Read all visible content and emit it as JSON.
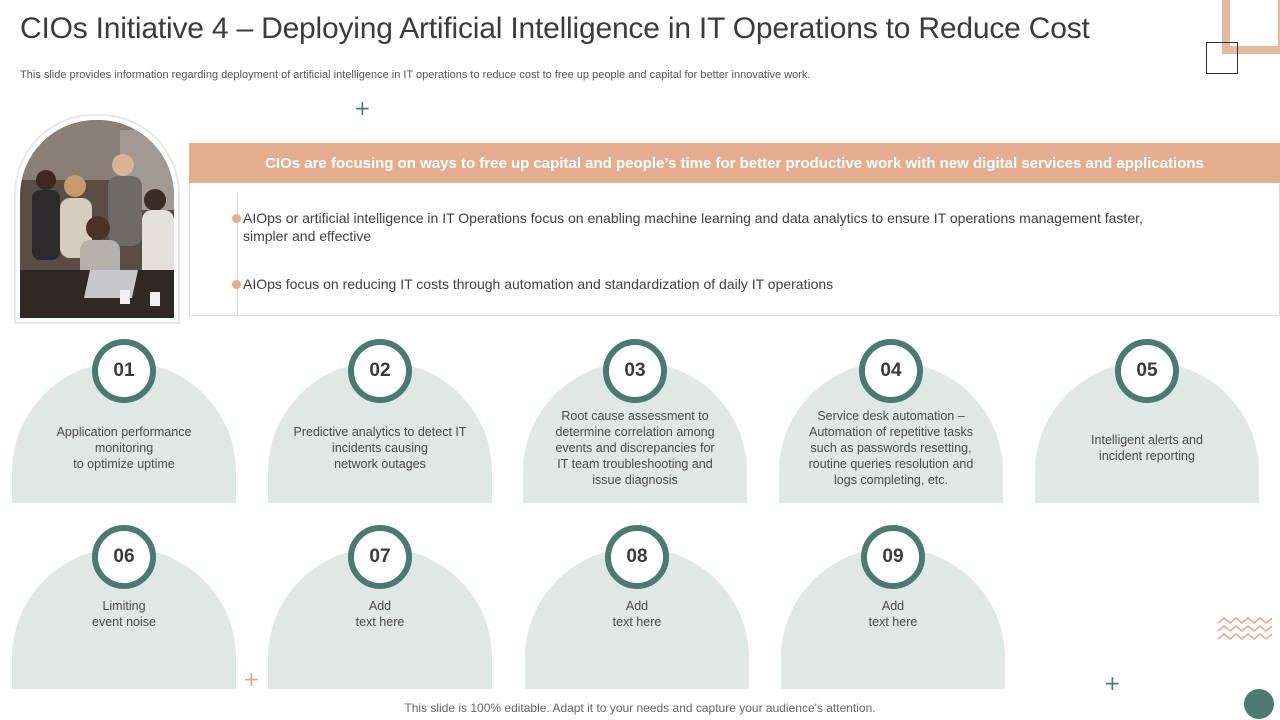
{
  "slide": {
    "title": "CIOs Initiative 4 – Deploying Artificial Intelligence in IT Operations to Reduce Cost",
    "subtitle": "This slide provides information regarding deployment of artificial intelligence in IT operations to reduce cost to free up people and capital for better innovative work.",
    "banner": "CIOs are focusing on ways to free up capital and people’s time for better productive work with new digital services and applications",
    "bullets": [
      "AIOps or artificial intelligence in IT Operations focus on enabling machine learning and data analytics to ensure IT operations management faster, simpler and effective",
      "AIOps focus on reducing IT costs through automation and standardization of daily IT operations"
    ],
    "cards": [
      {
        "num": "01",
        "text": "Application performance\nmonitoring\nto optimize uptime"
      },
      {
        "num": "02",
        "text": "Predictive analytics to detect IT\nincidents causing\nnetwork outages"
      },
      {
        "num": "03",
        "text": "Root cause assessment to\ndetermine correlation among\nevents and discrepancies for\nIT team troubleshooting and\nissue diagnosis"
      },
      {
        "num": "04",
        "text": "Service desk automation –\nAutomation of repetitive tasks\nsuch as passwords resetting,\nroutine queries resolution and\nlogs completing, etc."
      },
      {
        "num": "05",
        "text": "Intelligent alerts and\nincident reporting"
      },
      {
        "num": "06",
        "text": "Limiting\nevent noise"
      },
      {
        "num": "07",
        "text": "Add\ntext here"
      },
      {
        "num": "08",
        "text": "Add\ntext here"
      },
      {
        "num": "09",
        "text": "Add\ntext here"
      }
    ],
    "footer": "This slide is 100% editable. Adapt it to your needs and capture your audience's attention.",
    "colors": {
      "accent": "#e5ad90",
      "teal": "#4b7a70",
      "card_bg": "#dfe8e5"
    }
  }
}
